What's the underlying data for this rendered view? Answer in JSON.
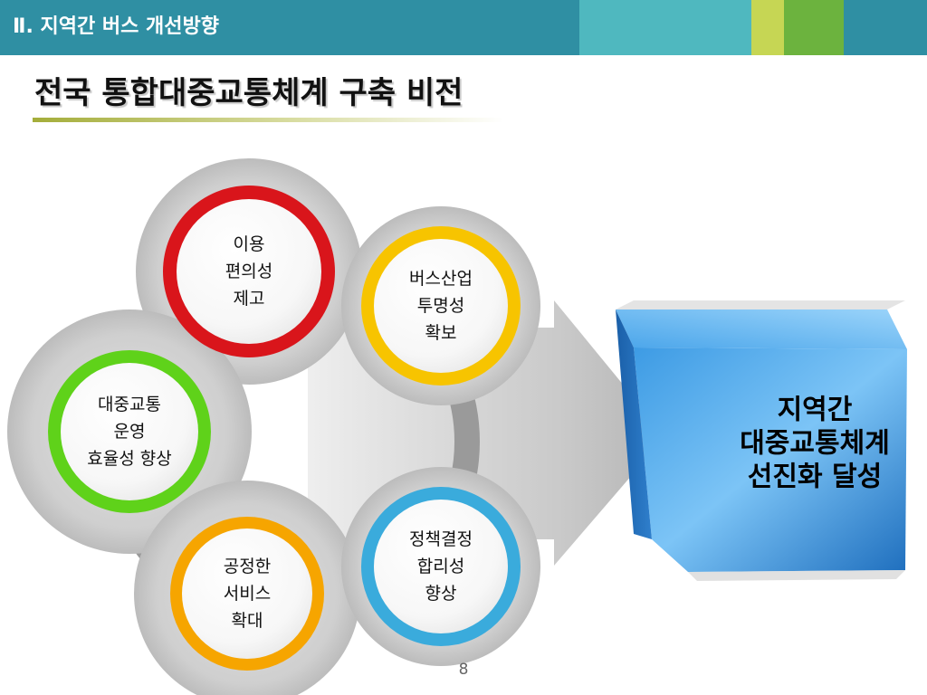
{
  "header": {
    "section_title": "Ⅱ. 지역간 버스 개선방향",
    "colors": {
      "bar": "#2f8fa3",
      "accent_teal": "#4fb8bf",
      "accent_lime": "#c6d654",
      "accent_green": "#6cb33e"
    }
  },
  "title": "전국 통합대중교통체계 구축 비전",
  "nodes": [
    {
      "id": "convenience",
      "lines": [
        "이용",
        "편의성",
        "제고"
      ],
      "color": "#d9151b"
    },
    {
      "id": "transparency",
      "lines": [
        "버스산업",
        "투명성",
        "확보"
      ],
      "color": "#f7c400"
    },
    {
      "id": "efficiency",
      "lines": [
        "대중교통",
        "운영",
        "효율성 향상"
      ],
      "color": "#5fd21a"
    },
    {
      "id": "fairness",
      "lines": [
        "공정한",
        "서비스",
        "확대"
      ],
      "color": "#f6a500"
    },
    {
      "id": "policy",
      "lines": [
        "정책결정",
        "합리성",
        "향상"
      ],
      "color": "#3aabdc"
    }
  ],
  "goal": {
    "lines": [
      "지역간",
      "대중교통체계",
      "선진화 달성"
    ],
    "color": "#2a86d4"
  },
  "page_number": "8"
}
